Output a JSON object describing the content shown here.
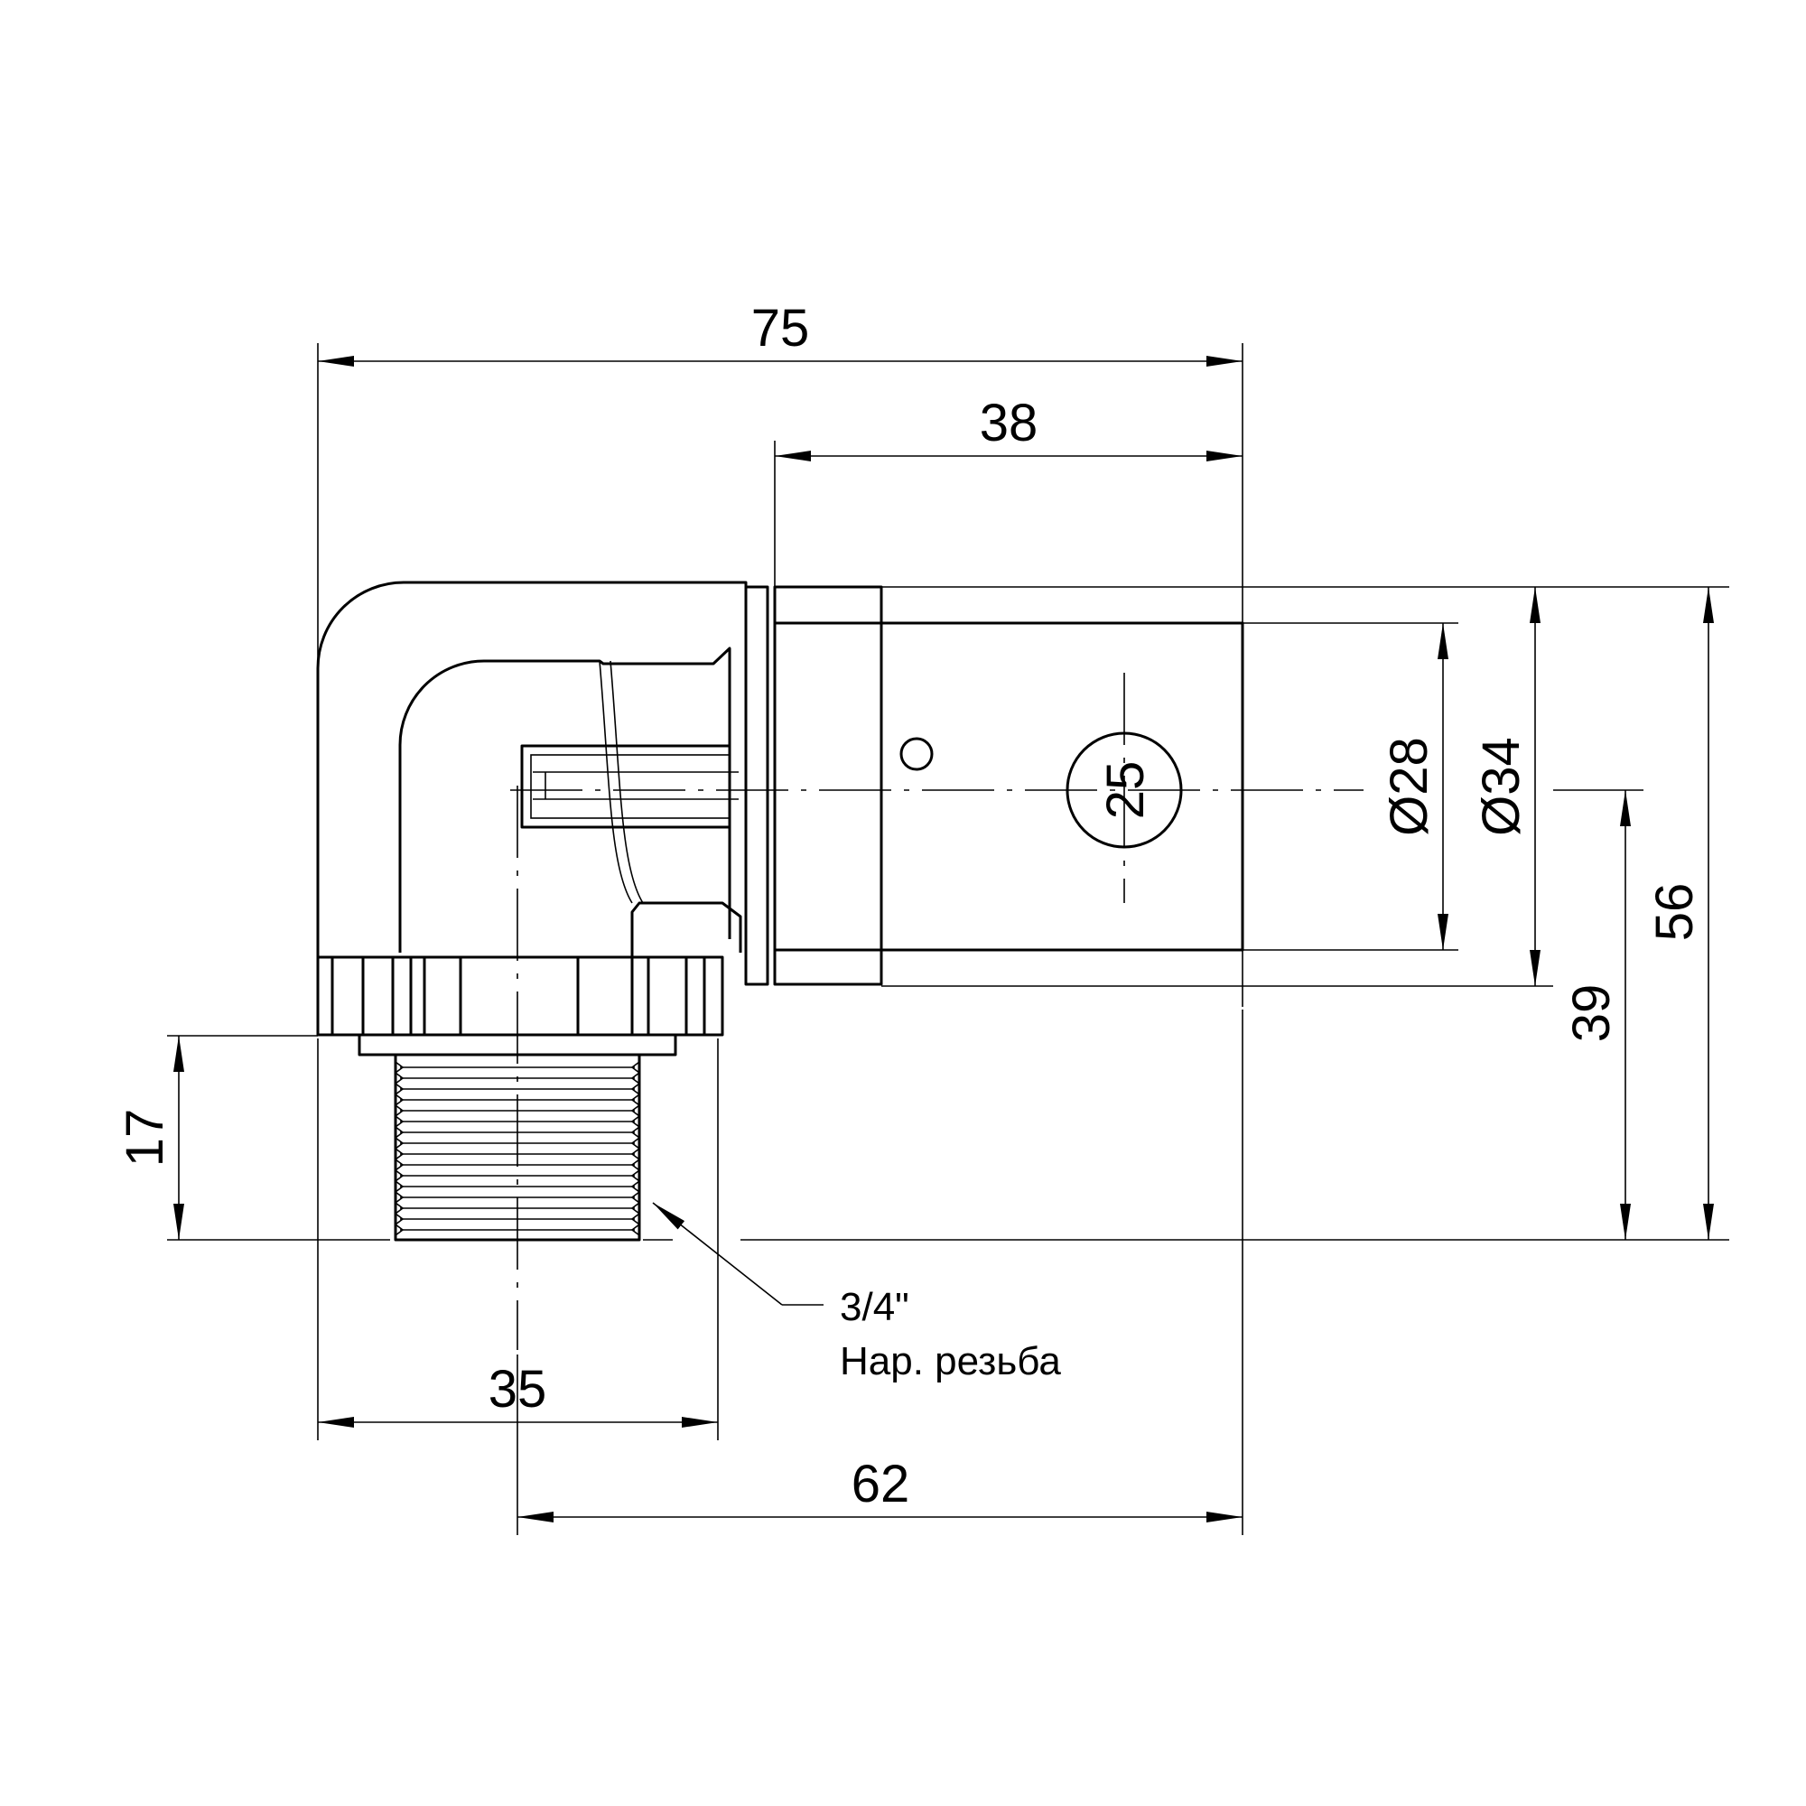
{
  "drawing": {
    "dimensions": {
      "overall_width": "75",
      "pipe_socket_length": "38",
      "pipe_inner_diameter": "Ø28",
      "pipe_outer_diameter": "Ø34",
      "overall_height": "56",
      "axis_height": "39",
      "thread_length": "17",
      "body_width": "35",
      "axis_to_end": "62"
    },
    "pipe_size_label": "25",
    "thread_note": {
      "size": "3/4\"",
      "type": "Нар. резьба"
    }
  }
}
